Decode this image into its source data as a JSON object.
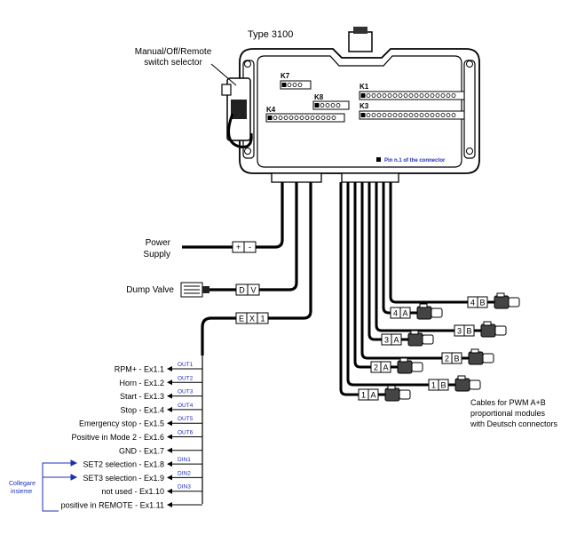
{
  "device": {
    "type_label": "Type 3100",
    "switch_label_line1": "Manual/Off/Remote",
    "switch_label_line2": "switch selector",
    "connectors": [
      "K7",
      "K8",
      "K4",
      "K1",
      "K3"
    ],
    "pin_note": "Pin n.1 of the connector"
  },
  "left_cables": {
    "power_line1": "Power",
    "power_line2": "Supply",
    "power_tag": [
      "+",
      "-"
    ],
    "dump_label": "Dump Valve",
    "dump_tag": [
      "D",
      "V"
    ],
    "ex_tag": [
      "E",
      "X",
      "1"
    ]
  },
  "io_list": [
    {
      "label": "RPM+ - Ex1.1",
      "tag": "OUT1"
    },
    {
      "label": "Horn - Ex1.2",
      "tag": "OUT2"
    },
    {
      "label": "Start - Ex1.3",
      "tag": "OUT3"
    },
    {
      "label": "Stop - Ex1.4",
      "tag": "OUT4"
    },
    {
      "label": "Emergency stop - Ex1.5",
      "tag": "OUT5"
    },
    {
      "label": "Positive in Mode 2 - Ex1.6",
      "tag": "OUT6"
    },
    {
      "label": "GND - Ex1.7",
      "tag": ""
    },
    {
      "label": "SET2 selection - Ex1.8",
      "tag": "DIN1"
    },
    {
      "label": "SET3 selection - Ex1.9",
      "tag": "DIN2"
    },
    {
      "label": "not used - Ex1.10",
      "tag": "DIN3"
    },
    {
      "label": "positive in REMOTE - Ex1.11",
      "tag": ""
    }
  ],
  "collegare": {
    "line1": "Collegare",
    "line2": "insieme"
  },
  "pwm_tags": [
    {
      "a": "4",
      "b": "B"
    },
    {
      "a": "4",
      "b": "A"
    },
    {
      "a": "3",
      "b": "B"
    },
    {
      "a": "3",
      "b": "A"
    },
    {
      "a": "2",
      "b": "B"
    },
    {
      "a": "2",
      "b": "A"
    },
    {
      "a": "1",
      "b": "B"
    },
    {
      "a": "1",
      "b": "A"
    }
  ],
  "pwm_note": {
    "line1": "Cables for PWM A+B",
    "line2": "proportional modules",
    "line3": "with Deutsch connectors"
  }
}
